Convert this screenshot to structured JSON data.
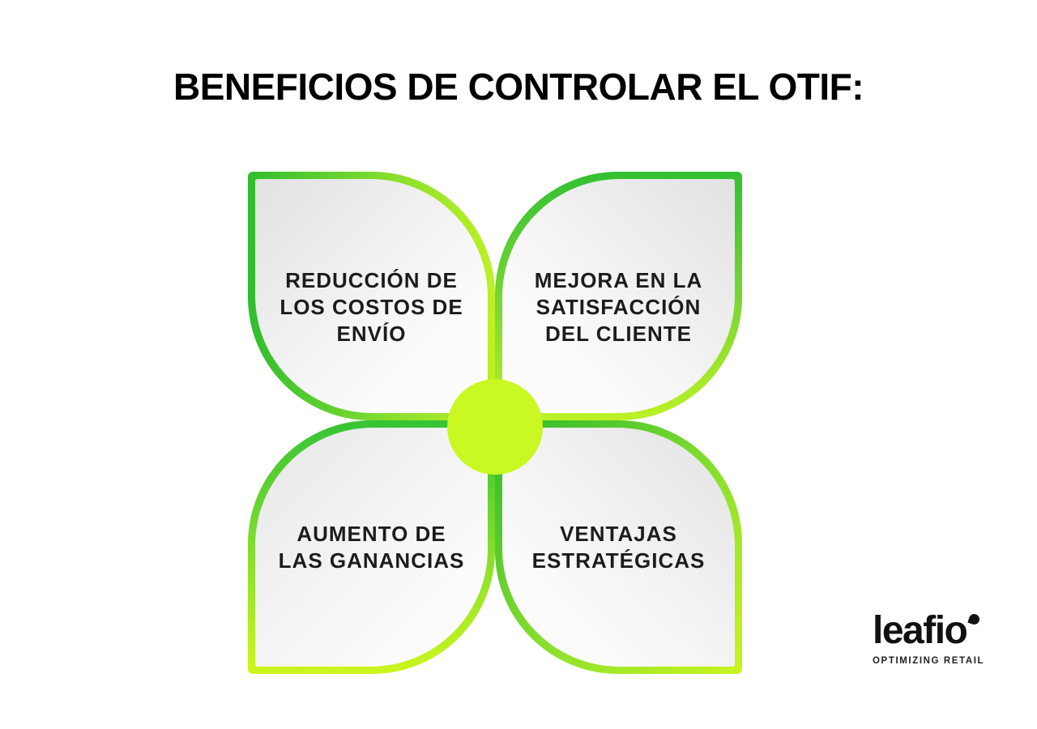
{
  "title": "BENEFICIOS DE CONTROLAR EL OTIF:",
  "diagram": {
    "type": "four-petal-flower",
    "petals": [
      {
        "position": "top-left",
        "label": "REDUCCIÓN DE\nLOS COSTOS DE\nENVÍO"
      },
      {
        "position": "top-right",
        "label": "MEJORA EN LA\nSATISFACCIÓN\nDEL CLIENTE"
      },
      {
        "position": "bottom-left",
        "label": "AUMENTO DE\nLAS GANANCIAS"
      },
      {
        "position": "bottom-right",
        "label": "VENTAJAS\nESTRATÉGICAS"
      }
    ],
    "colors": {
      "border_green": "#31bf31",
      "border_lime": "#c9f51f",
      "center_circle": "#c9f822",
      "petal_fill_dark": "#e3e3e3",
      "petal_fill_light": "#fcfcfc",
      "label_text": "#1c1c1c"
    }
  },
  "logo": {
    "wordmark": "leafio",
    "tagline": "OPTIMIZING RETAIL",
    "mark": "leaf-icon"
  }
}
